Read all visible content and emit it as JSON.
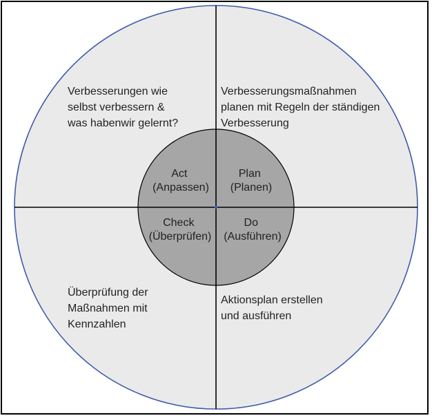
{
  "colors": {
    "outer_fill": "#eaeaea",
    "outer_stroke": "#3f5aa8",
    "inner_fill": "#a6a6a6",
    "inner_stroke": "#000000",
    "lines": "#000000",
    "text": "#222222"
  },
  "quadrants": {
    "top_left": [
      "Verbesserungen wie",
      "selbst verbessern &",
      "was habenwir gelernt?"
    ],
    "top_right": [
      "Verbesserungsmaßnahmen",
      "planen mit Regeln der ständigen",
      "Verbesserung"
    ],
    "bottom_left": [
      "Überprüfung der",
      "Maßnahmen mit",
      "Kennzahlen"
    ],
    "bottom_right": [
      "Aktionsplan erstellen",
      "und ausführen"
    ]
  },
  "core": {
    "act": [
      "Act",
      "(Anpassen)"
    ],
    "plan": [
      "Plan",
      "(Planen)"
    ],
    "check": [
      "Check",
      "(Überprüfen)"
    ],
    "do": [
      "Do",
      "(Ausführen)"
    ]
  }
}
